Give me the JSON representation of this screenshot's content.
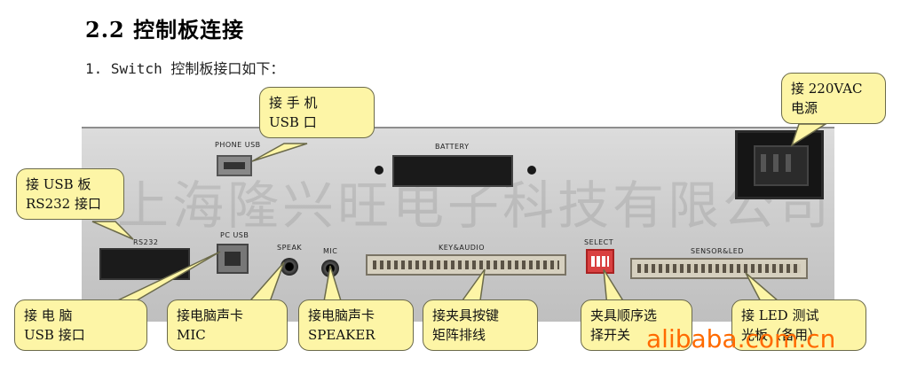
{
  "heading": "2.2 控制板连接",
  "subline": "1.  Switch 控制板接口如下：",
  "panel": {
    "labels": {
      "phone_usb": "PHONE USB",
      "battery": "BATTERY",
      "rs232": "RS232",
      "pc_usb": "PC USB",
      "speak": "SPEAK",
      "mic": "MIC",
      "key_audio": "KEY&AUDIO",
      "select": "SELECT",
      "sensor_led": "SENSOR&LED"
    },
    "watermark": "上海隆兴旺电子科技有限公司"
  },
  "callouts": {
    "phone_usb": [
      "接  手  机",
      "USB 口"
    ],
    "power": [
      "接 220VAC",
      "电源"
    ],
    "usb_board": [
      "接 USB 板",
      "RS232 接口"
    ],
    "pc_usb": [
      "接   电   脑",
      "USB 接口"
    ],
    "mic": [
      "接电脑声卡",
      "MIC"
    ],
    "speaker": [
      "接电脑声卡",
      "SPEAKER"
    ],
    "fixture": [
      "接夹具按键",
      "矩阵排线"
    ],
    "select": [
      "夹具顺序选",
      "择开关"
    ],
    "led": [
      "接 LED 测试",
      "光板（备用）"
    ]
  },
  "brand": "alibaba.com.cn",
  "colors": {
    "callout_bg": "#fdf5a6",
    "brand": "#ff6a00"
  }
}
